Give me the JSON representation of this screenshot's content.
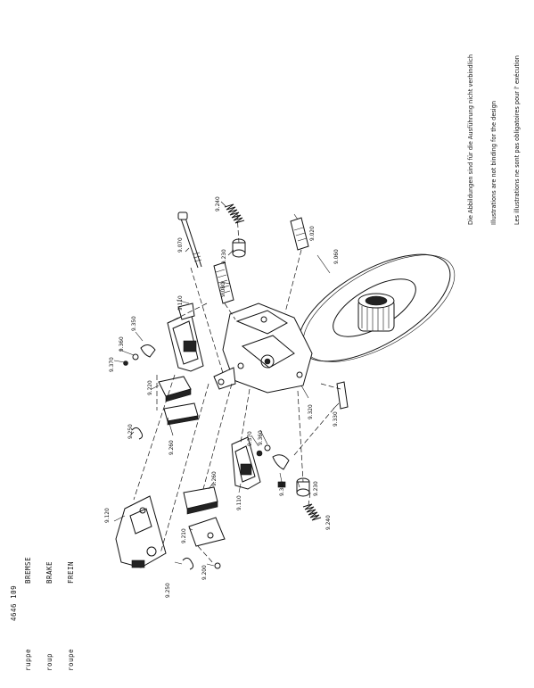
{
  "header": {
    "group_labels": [
      "ruppe",
      "roup",
      "roupe"
    ],
    "group_number": "4646 109",
    "titles": [
      "BREMSE",
      "BRAKE",
      "FREIN"
    ]
  },
  "disclaimer": [
    "Die Abbildungen sind für die Ausführung nicht verbindlich",
    "Illustrations are not binding for the design",
    "Les illustrations ne sont pas obligatoires pour l' exécution"
  ],
  "parts": [
    "9.070",
    "9.240",
    "9.020",
    "9.230",
    "9.080",
    "9.060",
    "9.110",
    "9.350",
    "9.360",
    "9.370",
    "9.220",
    "9.250",
    "9.260",
    "9.320",
    "9.330",
    "9.370",
    "9.360",
    "9.110",
    "9.340",
    "9.230",
    "9.240",
    "9.260",
    "9.120",
    "9.210",
    "9.200",
    "9.250"
  ]
}
